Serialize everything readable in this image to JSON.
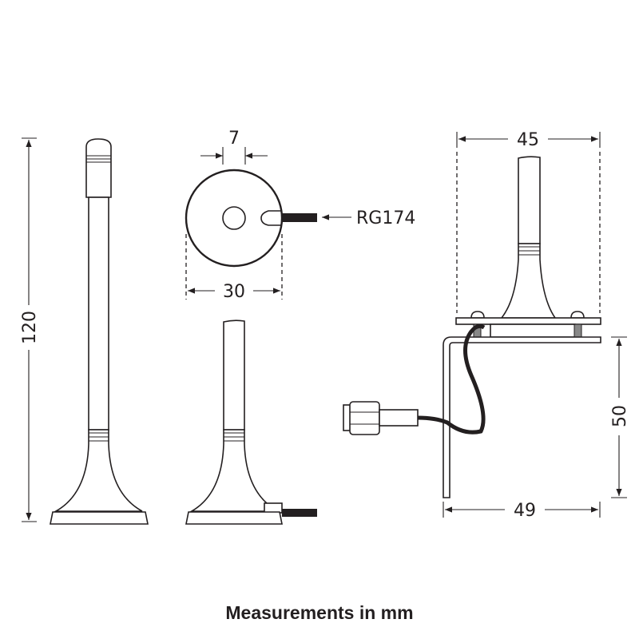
{
  "dimensions": {
    "height": "120",
    "whip_diameter": "7",
    "base_diameter": "30",
    "plate_width": "45",
    "bracket_height": "50",
    "bracket_width": "49"
  },
  "cable_label": "RG174",
  "caption": "Measurements in mm",
  "colors": {
    "line": "#231f20",
    "background": "#ffffff"
  }
}
